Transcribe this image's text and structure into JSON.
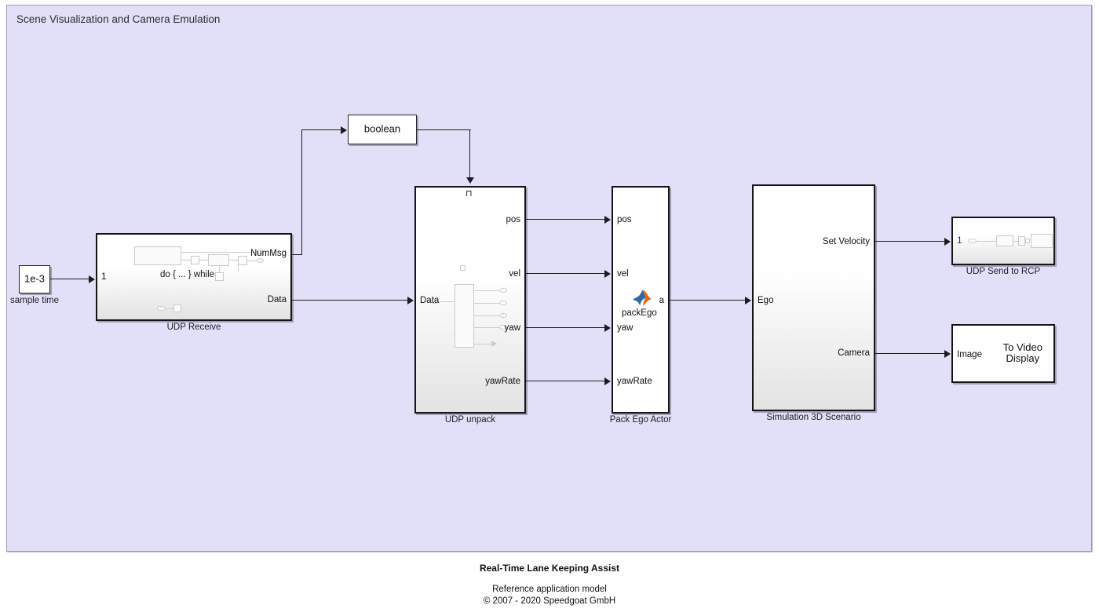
{
  "annotation": {
    "title": "Scene Visualization and Camera Emulation"
  },
  "blocks": {
    "sample_time": {
      "value": "1e-3",
      "label": "sample time"
    },
    "udp_receive": {
      "label": "UDP Receive",
      "in_port_1": "1",
      "out_port_nummsg": "NumMsg",
      "out_port_data": "Data",
      "inner_text": "do { ... } while"
    },
    "boolean_cast": {
      "value": "boolean"
    },
    "udp_unpack": {
      "label": "UDP unpack",
      "trigger_glyph": "trigger-port",
      "in_port_data": "Data",
      "out_port_pos": "pos",
      "out_port_vel": "vel",
      "out_port_yaw": "yaw",
      "out_port_yawrate": "yawRate"
    },
    "pack_ego_actor": {
      "label": "Pack Ego Actor",
      "function_name": "packEgo",
      "in_port_pos": "pos",
      "in_port_vel": "vel",
      "in_port_yaw": "yaw",
      "in_port_yawrate": "yawRate",
      "out_port_a": "a"
    },
    "simulation_3d_scenario": {
      "label": "Simulation 3D Scenario",
      "in_port_ego": "Ego",
      "out_port_set_velocity": "Set Velocity",
      "out_port_camera": "Camera"
    },
    "udp_send_to_rcp": {
      "label": "UDP Send to RCP",
      "in_port_1": "1"
    },
    "to_video_display": {
      "label": "",
      "in_port_image": "Image",
      "title_line1": "To Video",
      "title_line2": "Display"
    }
  },
  "caption": {
    "title": "Real-Time Lane Keeping Assist",
    "line1": "Reference application model",
    "line2": "© 2007 - 2020 Speedgoat GmbH"
  },
  "colors": {
    "canvas": "#ffffff",
    "annotation_fill": "#e2e0f8",
    "annotation_border": "#9a9ab0",
    "block_border": "#14141a",
    "wire": "#1b1b22",
    "port_blue": "#2222cc",
    "membrane_orange": "#e8640c",
    "membrane_blue": "#2b6ca3"
  }
}
